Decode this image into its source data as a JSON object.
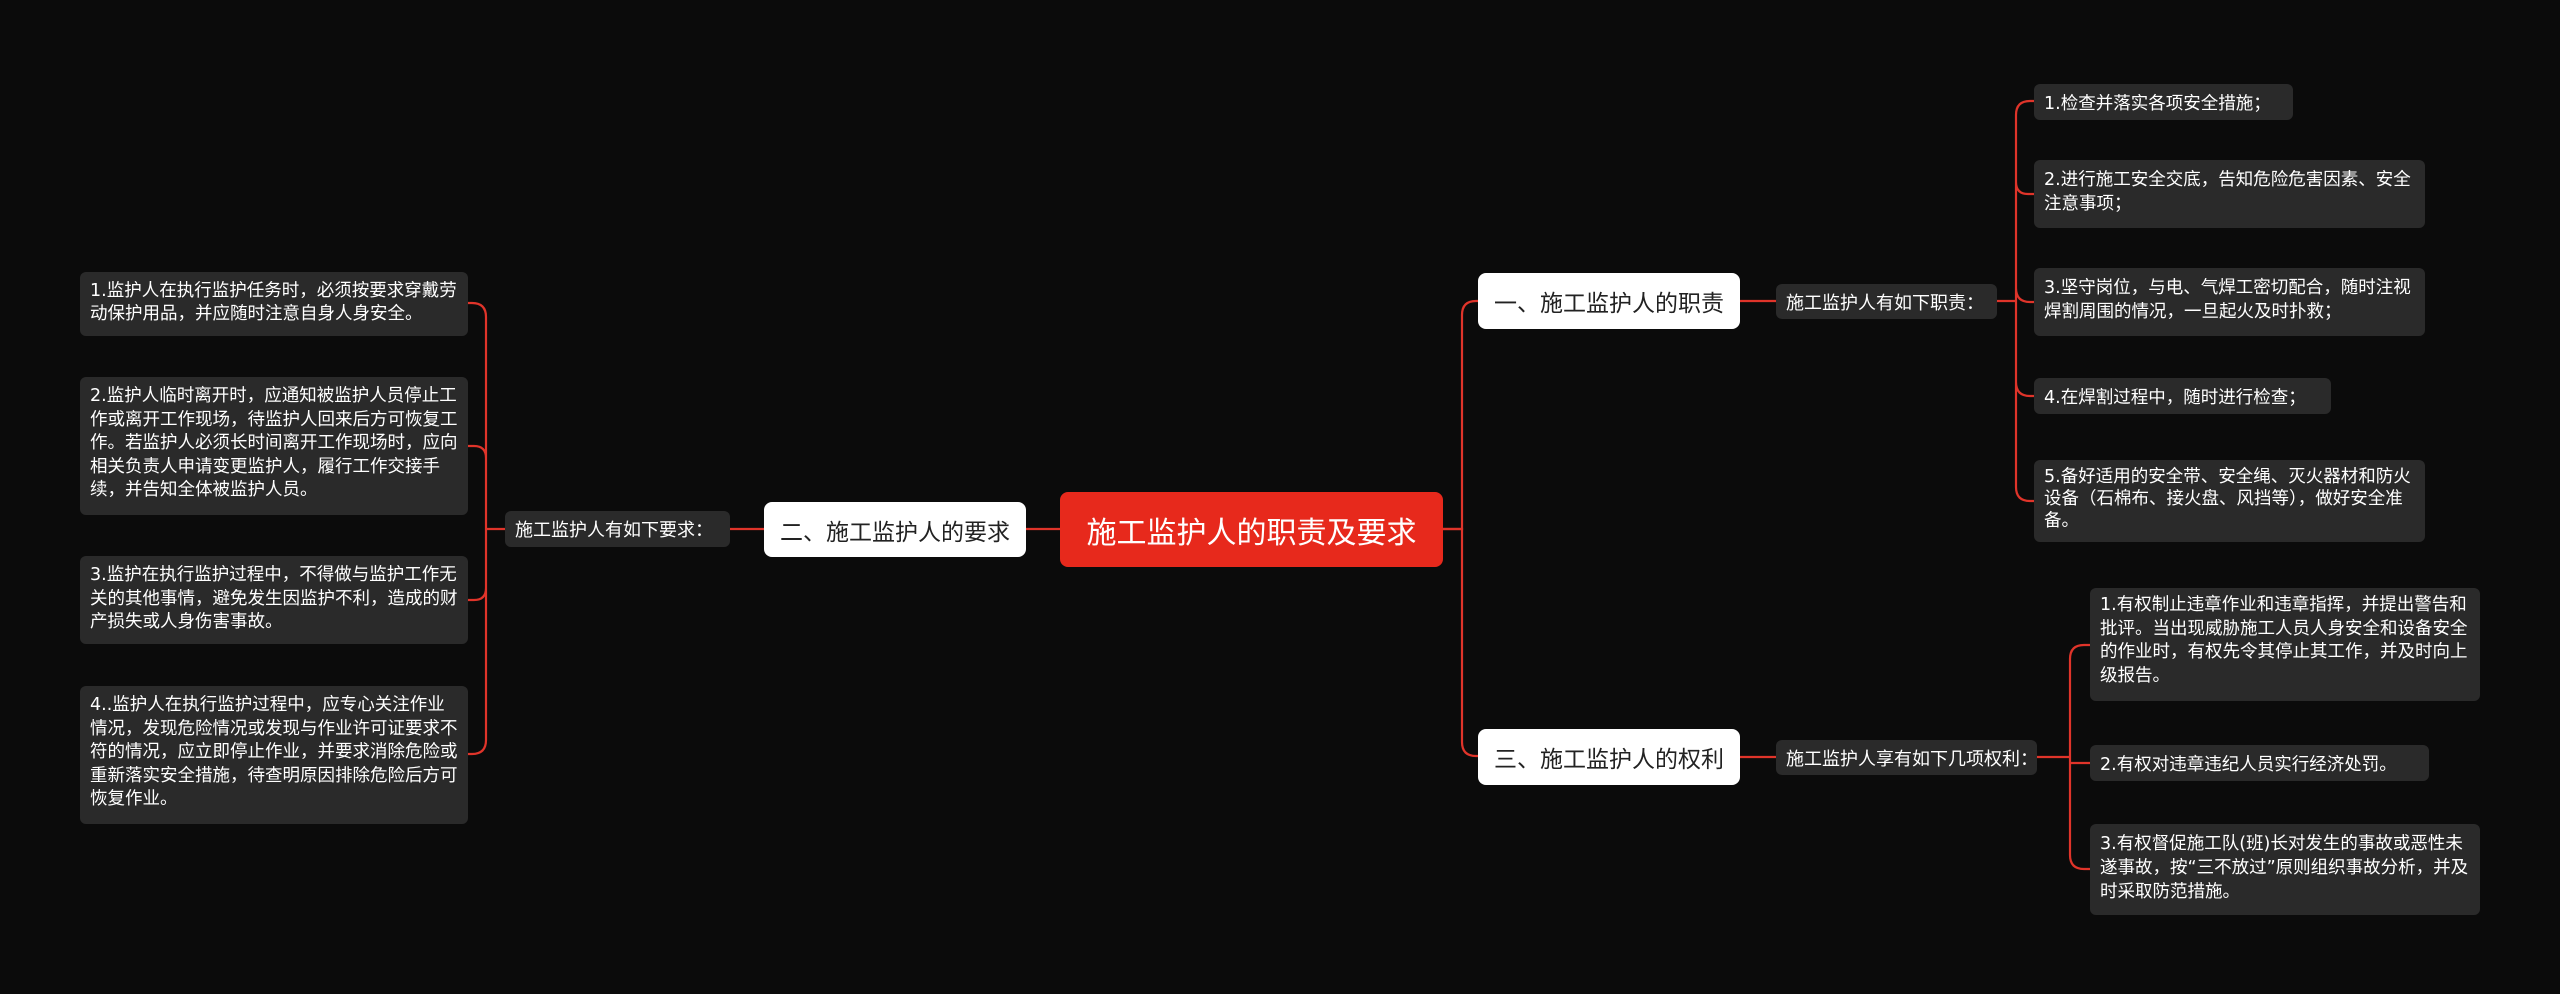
{
  "root": {
    "label": "施工监护人的职责及要求"
  },
  "branches": [
    {
      "label": "一、施工监护人的职责",
      "sub": "施工监护人有如下职责：",
      "items": [
        "1.检查并落实各项安全措施；",
        "2.进行施工安全交底，告知危险危害因素、安全注意事项；",
        "3.坚守岗位，与电、气焊工密切配合，随时注视焊割周围的情况，一旦起火及时扑救；",
        "4.在焊割过程中，随时进行检查；",
        "5.备好适用的安全带、安全绳、灭火器材和防火设备（石棉布、接火盘、风挡等），做好安全准备。"
      ]
    },
    {
      "label": "二、施工监护人的要求",
      "sub": "施工监护人有如下要求：",
      "items": [
        "1.监护人在执行监护任务时，必须按要求穿戴劳动保护用品，并应随时注意自身人身安全。",
        "2.监护人临时离开时，应通知被监护人员停止工作或离开工作现场，待监护人回来后方可恢复工作。若监护人必须长时间离开工作现场时，应向相关负责人申请变更监护人，履行工作交接手续，并告知全体被监护人员。",
        "3.监护在执行监护过程中，不得做与监护工作无关的其他事情，避免发生因监护不利，造成的财产损失或人身伤害事故。",
        "4..监护人在执行监护过程中，应专心关注作业情况，发现危险情况或发现与作业许可证要求不符的情况，应立即停止作业，并要求消除危险或重新落实安全措施，待查明原因排除危险后方可恢复作业。"
      ]
    },
    {
      "label": "三、施工监护人的权利",
      "sub": "施工监护人享有如下几项权利：",
      "items": [
        "1.有权制止违章作业和违章指挥，并提出警告和批评。当出现威胁施工人员人身安全和设备安全的作业时，有权先令其停止其工作，并及时向上级报告。",
        "2.有权对违章违纪人员实行经济处罚。",
        "3.有权督促施工队(班)长对发生的事故或恶性未遂事故，按“三不放过”原则组织事故分析，并及时采取防范措施。"
      ]
    }
  ],
  "colors": {
    "background": "#0b0b0b",
    "root": "#e7291c",
    "connector": "#e0342a",
    "topic": "#ffffff",
    "box": "#2a2a2a"
  }
}
